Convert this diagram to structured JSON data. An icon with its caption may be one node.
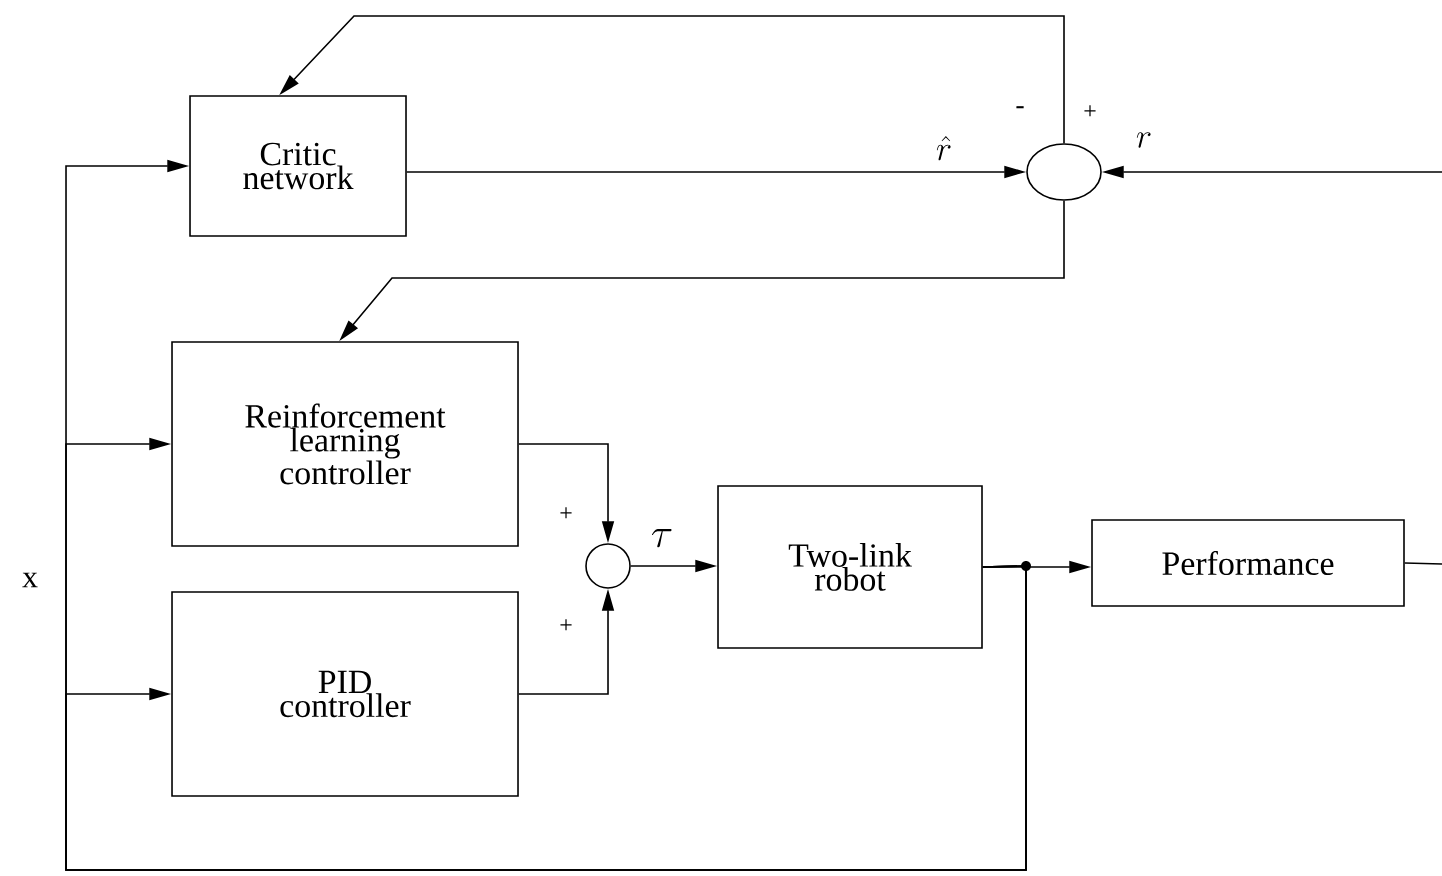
{
  "diagram": {
    "nodes": [
      {
        "text": [
          "Critic network"
        ]
      },
      {
        "text": [],
        "shape": "circle"
      },
      {
        "text": [
          "Reinforcement learning controller"
        ]
      },
      {
        "text": [],
        "shape": "circle"
      },
      {
        "text": [
          "PID controller"
        ]
      },
      {
        "text": [
          "Two-link robot"
        ]
      },
      {
        "text": [
          "Performance"
        ]
      }
    ],
    "edges": [
      {
        "from": 5,
        "to": 0,
        "arrow": "to"
      },
      {
        "from": 5,
        "to": 2,
        "arrow": "to"
      },
      {
        "from": 5,
        "to": 4,
        "arrow": "to"
      },
      {
        "from": 0,
        "to": 1,
        "arrow": "to",
        "label": "\\hat{r}"
      },
      {
        "from": null,
        "to": 1,
        "arrow": "to",
        "label": "r"
      },
      {
        "from": 1,
        "to": 0,
        "arrow": "to"
      },
      {
        "from": 1,
        "to": 2,
        "arrow": "to"
      },
      {
        "from": 2,
        "to": 3,
        "arrow": "to"
      },
      {
        "from": 4,
        "to": 3,
        "arrow": "to"
      },
      {
        "from": 3,
        "to": 5,
        "arrow": "to",
        "label": "\\tau"
      },
      {
        "from": 5,
        "to": 6,
        "arrow": "to"
      },
      {
        "from": 6,
        "to": null,
        "arrow": "none"
      }
    ],
    "labels": [
      "-",
      "+",
      "+",
      "+",
      "x"
    ]
  }
}
